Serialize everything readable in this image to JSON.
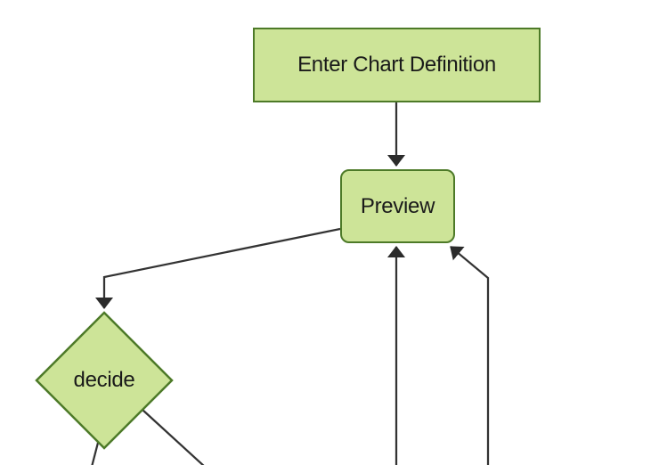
{
  "colors": {
    "background": "#ffffff",
    "node_fill": "#cde498",
    "node_border": "#4d7a28",
    "edge_line": "#333333",
    "arrowhead": "#2b2b2b",
    "label_text": "#1a1a1a"
  },
  "flowchart": {
    "nodes": [
      {
        "id": "enter-chart-definition",
        "label": "Enter Chart Definition",
        "shape": "rectangle"
      },
      {
        "id": "preview",
        "label": "Preview",
        "shape": "rounded-rectangle"
      },
      {
        "id": "decide",
        "label": "decide",
        "shape": "diamond"
      }
    ],
    "edges": [
      {
        "from": "enter-chart-definition",
        "to": "preview",
        "arrow": true
      },
      {
        "from": "preview",
        "to": "decide",
        "arrow": true
      },
      {
        "from": "offscreen-bottom-center",
        "to": "preview",
        "arrow": true
      },
      {
        "from": "offscreen-bottom-right",
        "to": "preview",
        "arrow": true
      },
      {
        "from": "decide",
        "to": "offscreen-bottom-left",
        "arrow": false
      },
      {
        "from": "decide",
        "to": "offscreen-bottom-right",
        "arrow": false
      }
    ]
  }
}
